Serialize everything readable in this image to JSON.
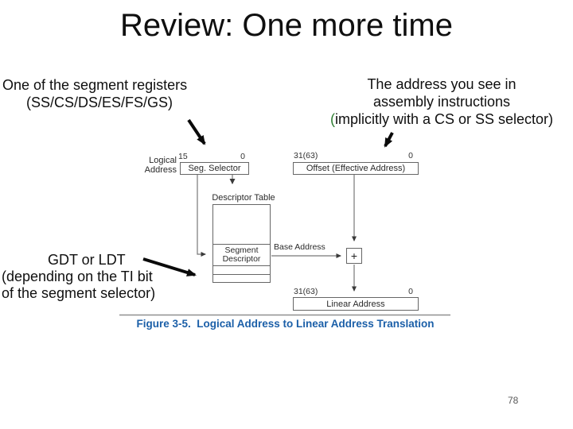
{
  "slide": {
    "title": "Review: One more time",
    "page_number": "78"
  },
  "notes": {
    "segment_registers": {
      "line1": "One of the segment registers",
      "line2": "(SS/CS/DS/ES/FS/GS)"
    },
    "assembly_address": {
      "line1": "The address you see in",
      "line2": "assembly instructions",
      "line3_open_paren": "(",
      "line3_body": "implicitly with a CS or SS selector",
      "line3_close_paren": ")"
    },
    "gdt_ldt": {
      "line1": "GDT or LDT",
      "line2": "(depending on the TI bit",
      "line3": "of the segment selector)"
    }
  },
  "figure": {
    "logical_address_line1": "Logical",
    "logical_address_line2": "Address",
    "seg_selector_bit_high": "15",
    "seg_selector_bit_low": "0",
    "seg_selector_box": "Seg. Selector",
    "offset_bit_high": "31(63)",
    "offset_bit_low": "0",
    "offset_box": "Offset (Effective Address)",
    "descriptor_table_label": "Descriptor Table",
    "segment_descriptor_line1": "Segment",
    "segment_descriptor_line2": "Descriptor",
    "base_address_label": "Base Address",
    "plus_sign": "+",
    "linear_bit_high": "31(63)",
    "linear_bit_low": "0",
    "linear_address_box": "Linear Address",
    "caption": "Figure 3-5.  Logical Address to Linear Address Translation"
  },
  "colors": {
    "caption_blue": "#1b5fa8",
    "paren_green": "#2e7d32",
    "diagram_line_gray": "#666666",
    "annotation_arrow_black": "#0a0a0a",
    "page_number_gray": "#595959"
  }
}
